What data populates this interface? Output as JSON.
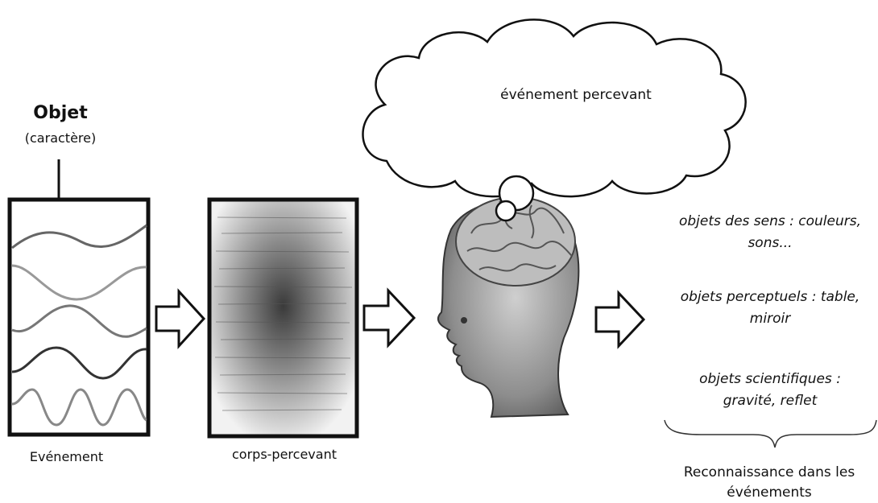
{
  "object": {
    "title": "Objet",
    "subtitle": "(caractère)"
  },
  "event_label": "Evénement",
  "body_label": "corps-percevant",
  "cloud_label": "événement percevant",
  "object_types": {
    "senses_line1": "objets des sens : couleurs,",
    "senses_line2": "sons...",
    "perceptual_line1": "objets perceptuels : table,",
    "perceptual_line2": "miroir",
    "scientific_line1": "objets scientifiques :",
    "scientific_line2": "gravité, reflet"
  },
  "recognition_line1": "Reconnaissance dans les",
  "recognition_line2": "événements",
  "icons": [
    "down-arrow-icon",
    "hollow-right-arrow-icon",
    "head-brain-icon",
    "thought-cloud-icon",
    "curly-brace-icon"
  ]
}
